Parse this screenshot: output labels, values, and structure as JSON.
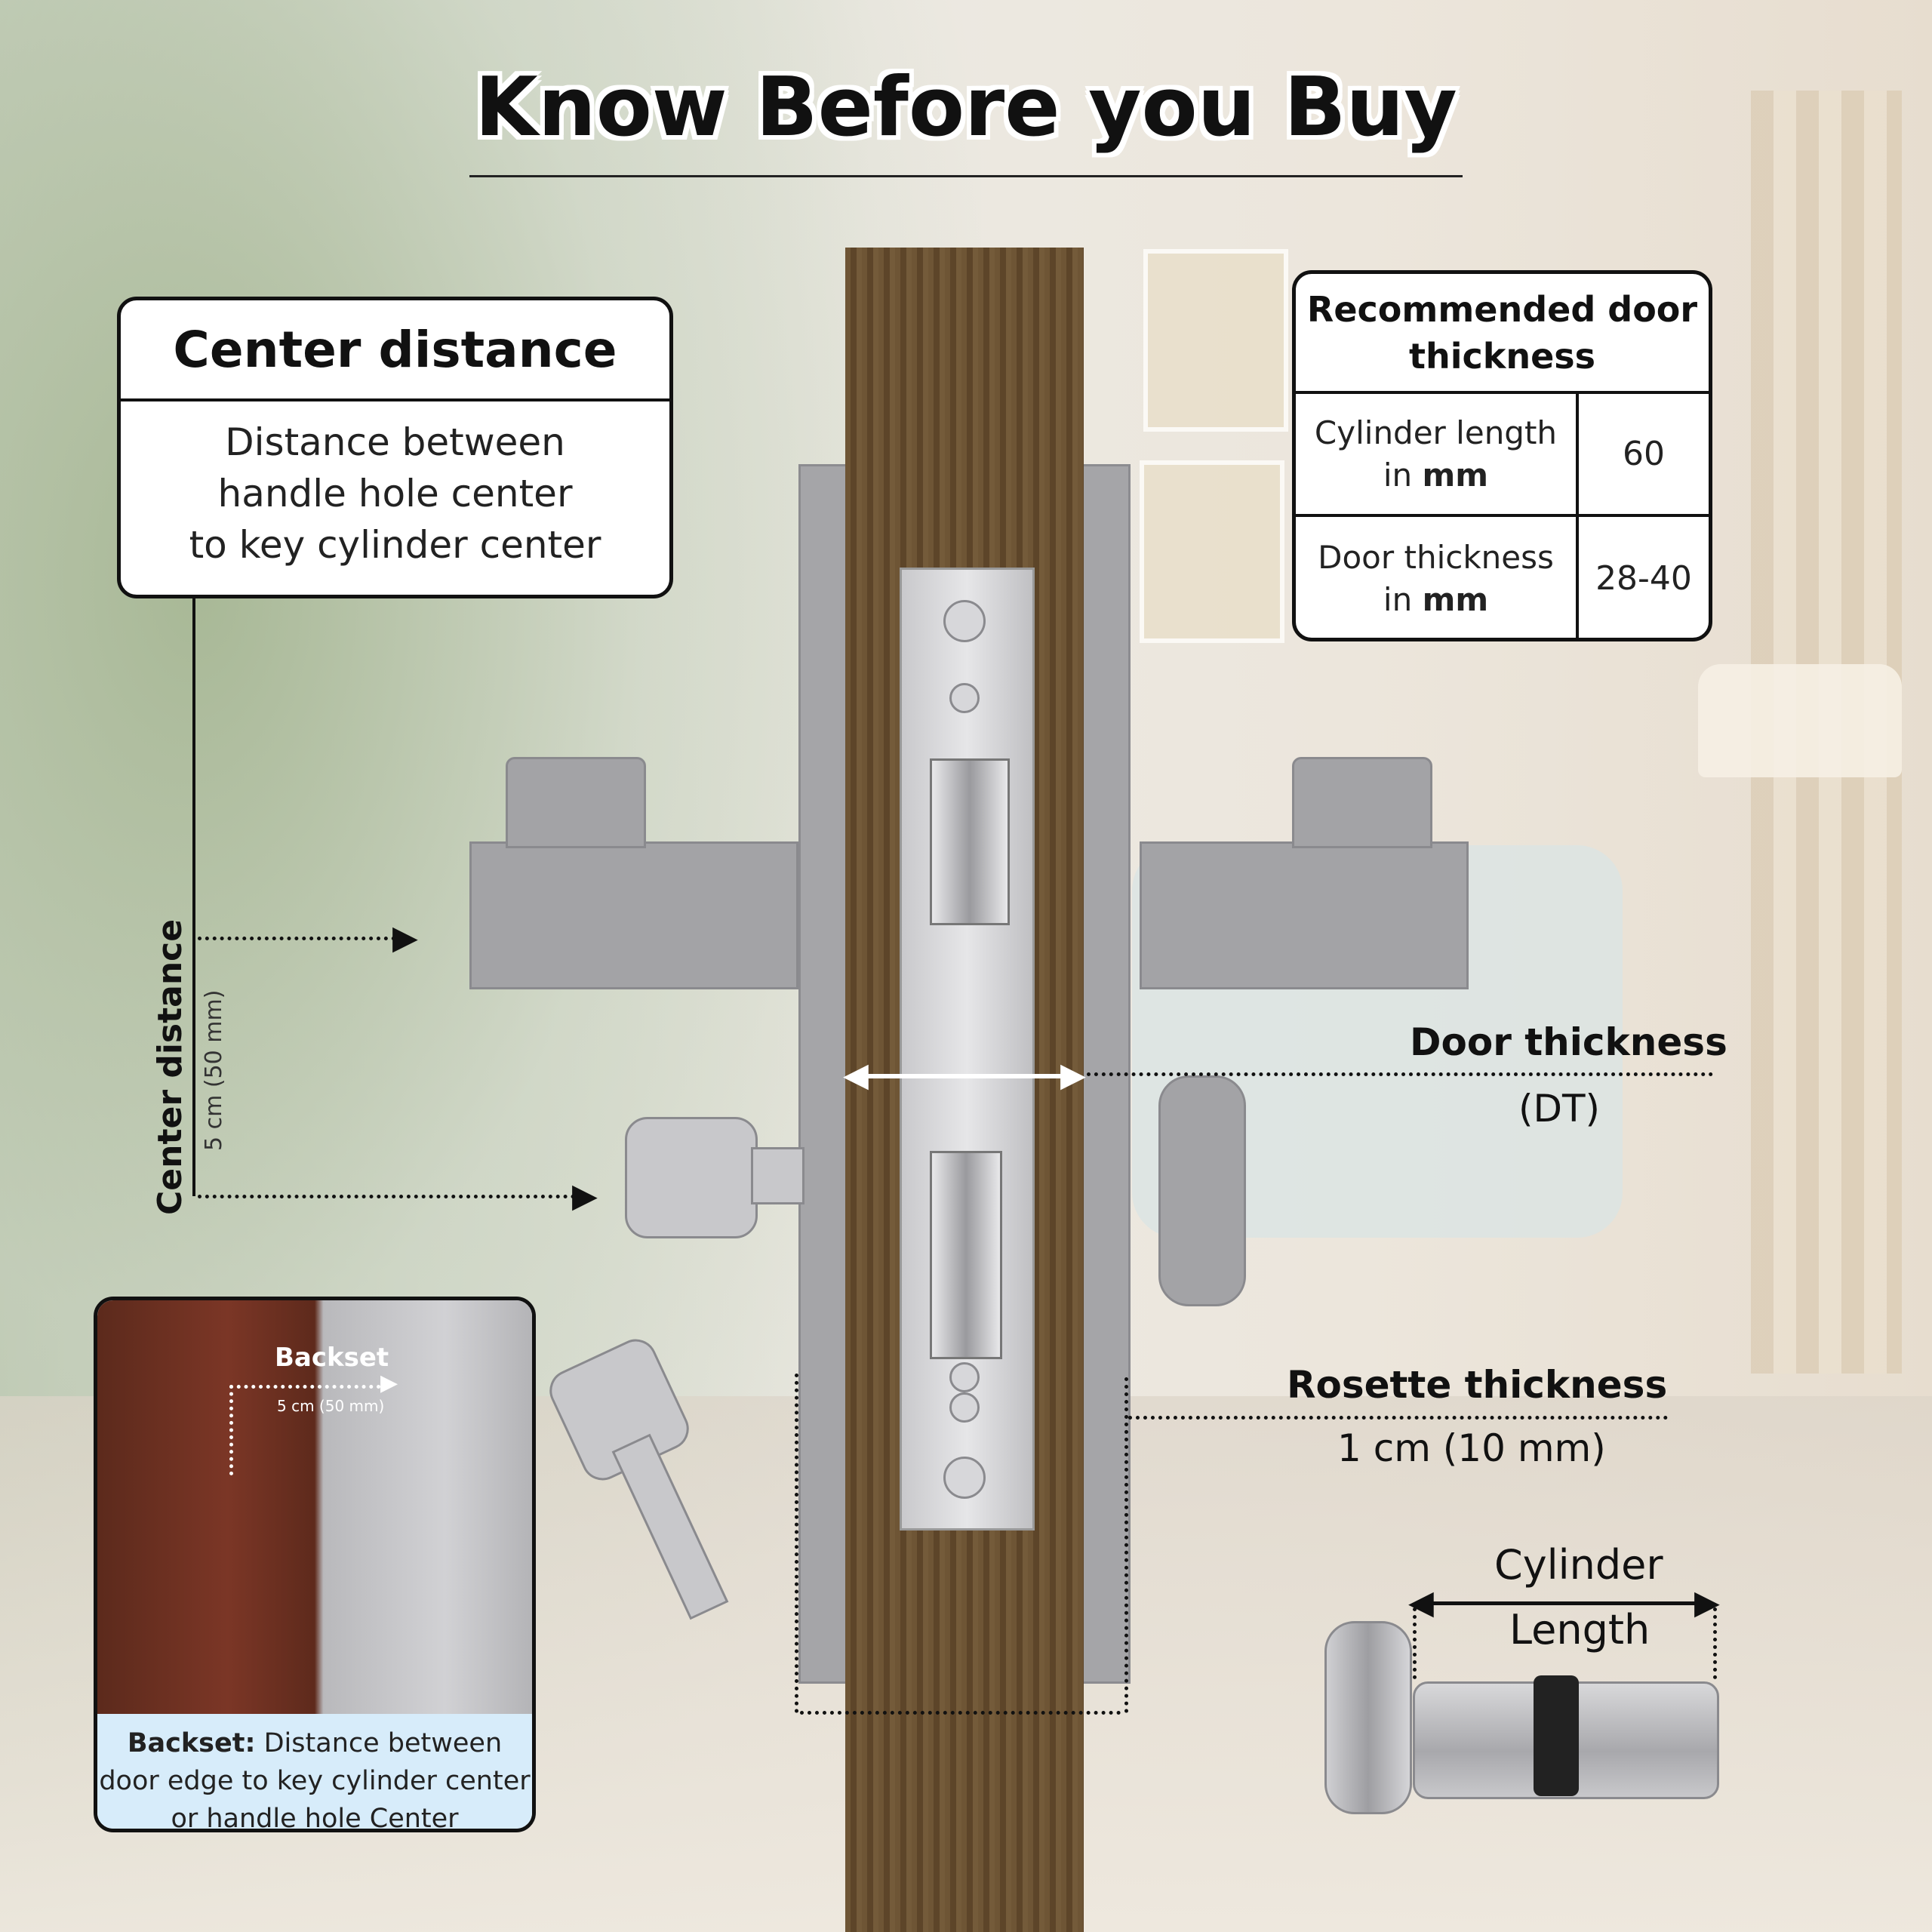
{
  "title": "Know Before you Buy",
  "center_distance_box": {
    "heading": "Center distance",
    "body_lines": [
      "Distance between",
      "handle hole center",
      "to key cylinder center"
    ]
  },
  "center_distance_vertical": {
    "label": "Center distance",
    "value": "5 cm (50 mm)"
  },
  "recommended_table": {
    "heading_lines": [
      "Recommended door",
      "thickness"
    ],
    "rows": [
      {
        "label_text": "Cylinder length",
        "label_prefix": "in",
        "label_unit": "mm",
        "value": "60"
      },
      {
        "label_text": "Door thickness",
        "label_prefix": "in",
        "label_unit": "mm",
        "value": "28-40"
      }
    ]
  },
  "door_thickness": {
    "label": "Door thickness",
    "abbr": "(DT)"
  },
  "rosette_thickness": {
    "label": "Rosette thickness",
    "value": "1 cm (10 mm)"
  },
  "cylinder_length": {
    "line1": "Cylinder",
    "line2": "Length"
  },
  "backset_inset": {
    "label": "Backset",
    "value": "5 cm (50 mm)",
    "caption_bold": "Backset:",
    "caption_lines": [
      " Distance between",
      "door edge to key cylinder center",
      "or handle hole Center"
    ]
  },
  "colors": {
    "caption_bg": "#d7ecfa",
    "door_wood": "#6e5535",
    "ink": "#111111"
  }
}
